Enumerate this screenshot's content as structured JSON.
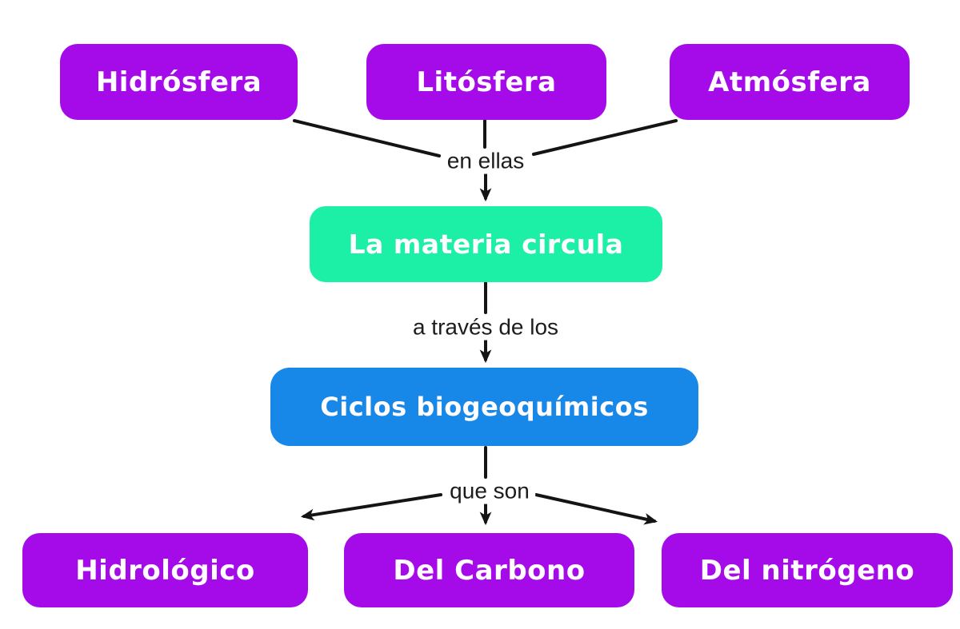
{
  "colors": {
    "purple": "#a50ae8",
    "green": "#1cefa6",
    "blue": "#1787e8",
    "line": "#141414",
    "box_text": "#fffdff",
    "label_text": "#1c1c1c",
    "background": "#ffffff"
  },
  "nodes": {
    "hidrosfera": {
      "label": "Hidrósfera"
    },
    "litosfera": {
      "label": "Litósfera"
    },
    "atmosfera": {
      "label": "Atmósfera"
    },
    "materia": {
      "label": "La materia circula"
    },
    "ciclos": {
      "label": "Ciclos biogeoquímicos"
    },
    "hidrologico": {
      "label": "Hidrológico"
    },
    "carbono": {
      "label": "Del Carbono"
    },
    "nitrogeno": {
      "label": "Del nitrógeno"
    }
  },
  "edge_labels": {
    "en_ellas": "en ellas",
    "a_traves_de_los": "a través de los",
    "que_son": "que son"
  }
}
